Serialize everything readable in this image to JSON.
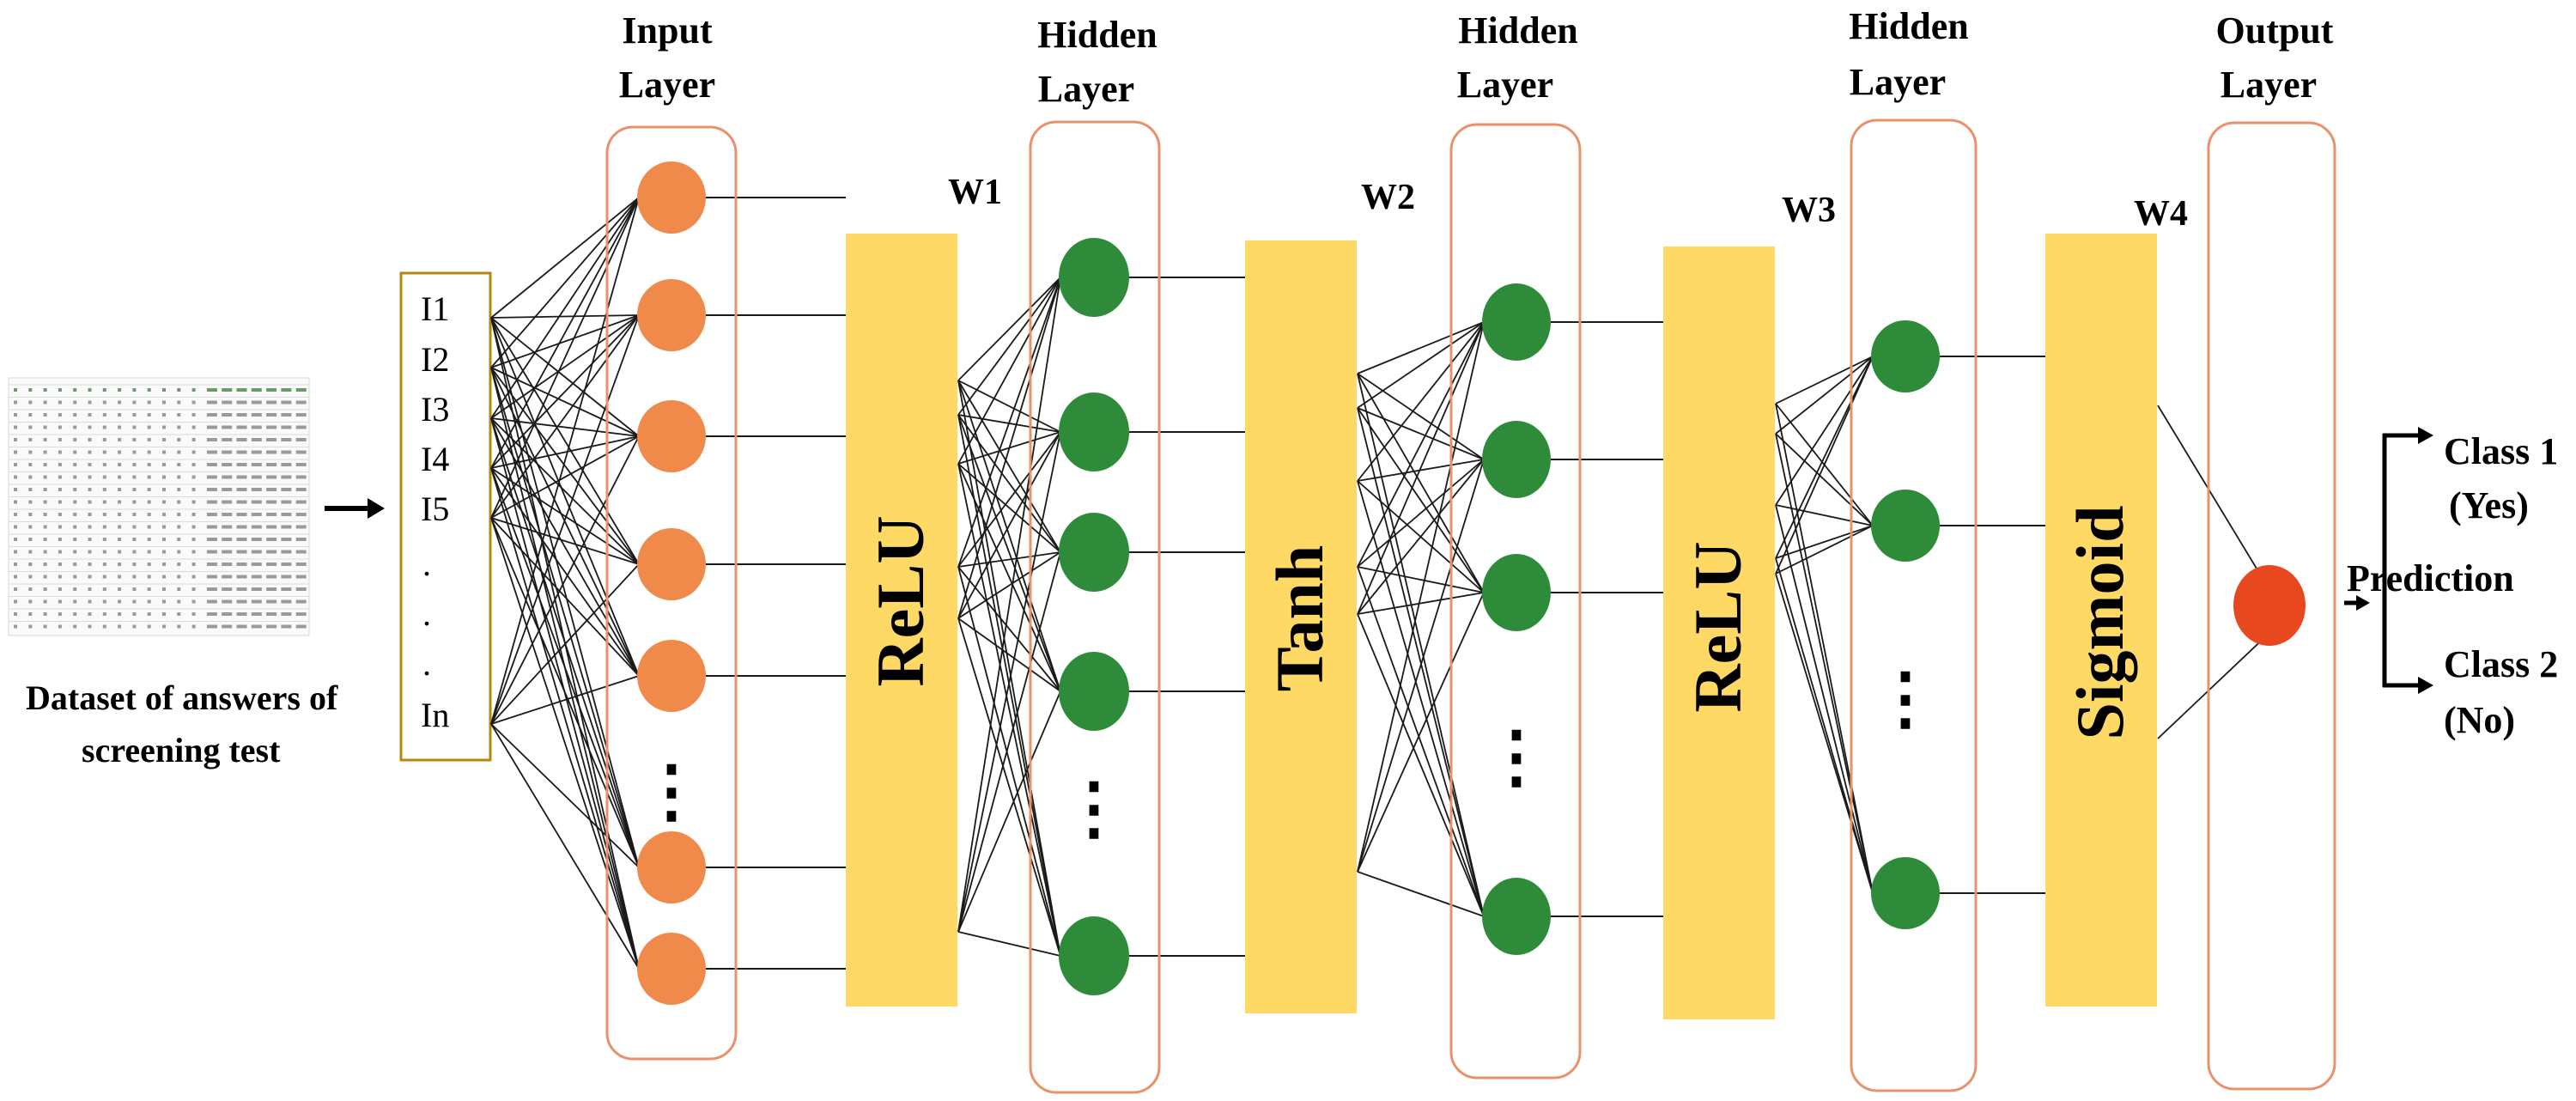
{
  "layers": {
    "input": {
      "title_line1": "Input",
      "title_line2": "Layer"
    },
    "hidden1": {
      "title_line1": "Hidden",
      "title_line2": "Layer"
    },
    "hidden2": {
      "title_line1": "Hidden",
      "title_line2": "Layer"
    },
    "hidden3": {
      "title_line1": "Hidden",
      "title_line2": "Layer"
    },
    "output": {
      "title_line1": "Output",
      "title_line2": "Layer"
    }
  },
  "weights": {
    "w1": "W1",
    "w2": "W2",
    "w3": "W3",
    "w4": "W4"
  },
  "activations": {
    "a1": "ReLU",
    "a2": "Tanh",
    "a3": "ReLU",
    "a4": "Sigmoid"
  },
  "inputs": {
    "i1": "I1",
    "i2": "I2",
    "i3": "I3",
    "i4": "I4",
    "i5": "I5",
    "dot": ".",
    "in": "In"
  },
  "ellipsis": "⋮",
  "dataset": {
    "line1": "Dataset of answers of",
    "line2": "screening test"
  },
  "prediction": {
    "label": "Prediction",
    "class1": "Class 1",
    "class1_value": "(Yes)",
    "class2": "Class 2",
    "class2_value": "(No)"
  },
  "colors": {
    "input_node": "#f08a4b",
    "hidden_node": "#2e8b3a",
    "output_node": "#e8481f",
    "activation_bar": "#ffd966",
    "layer_border": "#e8916a",
    "input_box_border": "#b8860b"
  }
}
